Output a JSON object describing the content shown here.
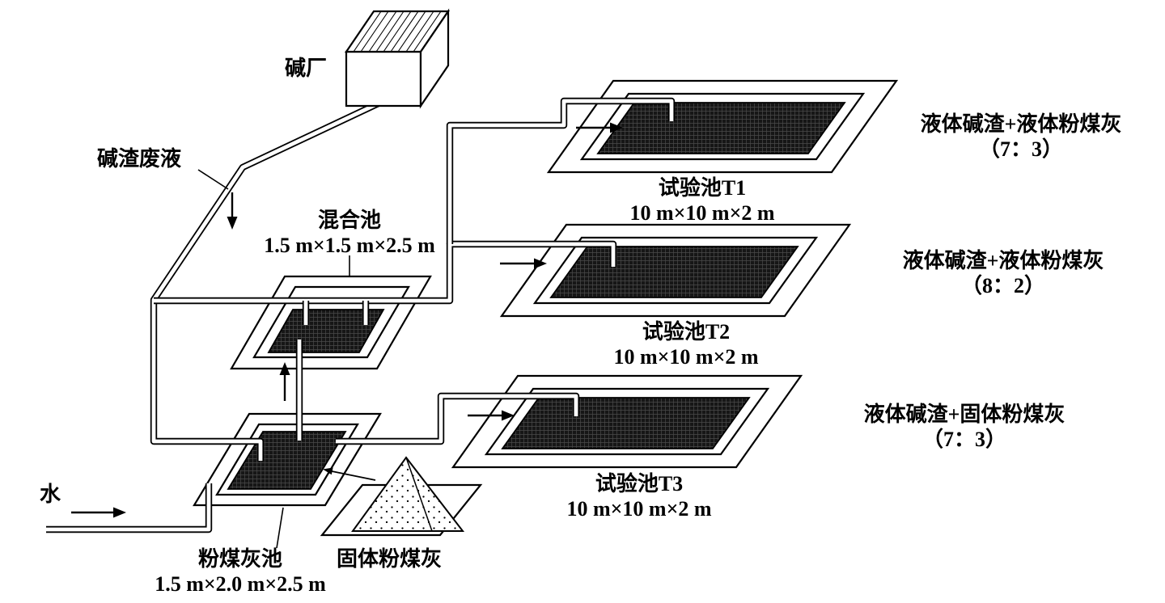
{
  "diagram": {
    "factory_label": "碱厂",
    "waste_line_label": "碱渣废液",
    "water_label": "水",
    "mixing_pool": {
      "name": "混合池",
      "dims": "1.5 m×1.5 m×2.5 m"
    },
    "flyash_pool": {
      "name": "粉煤灰池",
      "dims": "1.5 m×2.0 m×2.5 m"
    },
    "solid_flyash_label": "固体粉煤灰",
    "test_pools": [
      {
        "name": "试验池T1",
        "dims": "10 m×10 m×2 m",
        "mix": "液体碱渣+液体粉煤灰",
        "ratio": "（7：3）"
      },
      {
        "name": "试验池T2",
        "dims": "10 m×10 m×2 m",
        "mix": "液体碱渣+液体粉煤灰",
        "ratio": "（8：2）"
      },
      {
        "name": "试验池T3",
        "dims": "10 m×10 m×2 m",
        "mix": "液体碱渣+固体粉煤灰",
        "ratio": "（7：3）"
      }
    ]
  }
}
